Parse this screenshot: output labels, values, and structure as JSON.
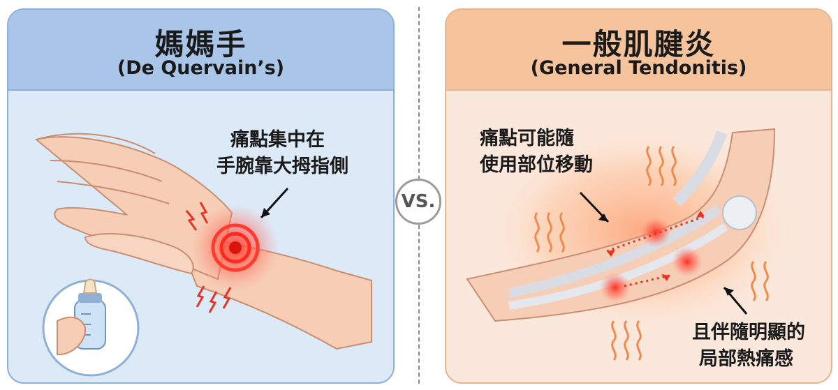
{
  "left": {
    "title": "媽媽手",
    "subtitle": "(De Quervain’s)",
    "callout_line1": "痛點集中在",
    "callout_line2": "手腕靠大拇指側",
    "accent": "#e8261c",
    "header_color": "#a9c6e8",
    "body_color": "#dce9f7"
  },
  "vs_label": "VS.",
  "right": {
    "title": "一般肌腱炎",
    "subtitle": "(General Tendonitis)",
    "callout_top_line1": "痛點可能隨",
    "callout_top_line2": "使用部位移動",
    "callout_bottom_line1": "且伴隨明顯的",
    "callout_bottom_line2": "局部熱痛感",
    "accent": "#e8261c",
    "header_color": "#f5c49d",
    "body_color": "#fbe8dc"
  }
}
